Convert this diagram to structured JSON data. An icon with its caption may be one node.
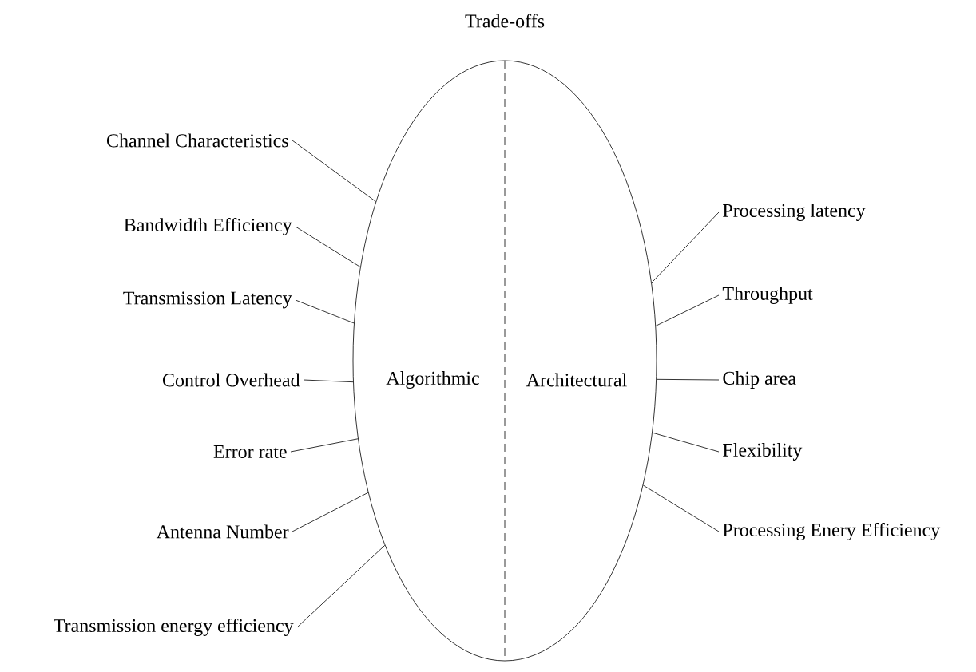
{
  "diagram": {
    "title": "Trade-offs",
    "nodes": [
      {
        "text": [
          "Algorithmic",
          "Architectural"
        ]
      },
      {
        "text": [
          "Channel Characteristics"
        ]
      },
      {
        "text": [
          "Bandwidth Efficiency"
        ]
      },
      {
        "text": [
          "Transmission Latency"
        ]
      },
      {
        "text": [
          "Control Overhead"
        ]
      },
      {
        "text": [
          "Error rate"
        ]
      },
      {
        "text": [
          "Antenna Number"
        ]
      },
      {
        "text": [
          "Transmission energy efficiency"
        ]
      },
      {
        "text": [
          "Processing latency"
        ]
      },
      {
        "text": [
          "Throughput"
        ]
      },
      {
        "text": [
          "Chip area"
        ]
      },
      {
        "text": [
          "Flexibility"
        ]
      },
      {
        "text": [
          "Processing Enery Efficiency"
        ]
      }
    ],
    "edges": [
      {
        "from": 1,
        "to": 0,
        "arrow": "none"
      },
      {
        "from": 2,
        "to": 0,
        "arrow": "none"
      },
      {
        "from": 3,
        "to": 0,
        "arrow": "none"
      },
      {
        "from": 4,
        "to": 0,
        "arrow": "none"
      },
      {
        "from": 5,
        "to": 0,
        "arrow": "none"
      },
      {
        "from": 6,
        "to": 0,
        "arrow": "none"
      },
      {
        "from": 7,
        "to": 0,
        "arrow": "none"
      },
      {
        "from": 8,
        "to": 0,
        "arrow": "none"
      },
      {
        "from": 9,
        "to": 0,
        "arrow": "none"
      },
      {
        "from": 10,
        "to": 0,
        "arrow": "none"
      },
      {
        "from": 11,
        "to": 0,
        "arrow": "none"
      },
      {
        "from": 12,
        "to": 0,
        "arrow": "none"
      }
    ]
  }
}
